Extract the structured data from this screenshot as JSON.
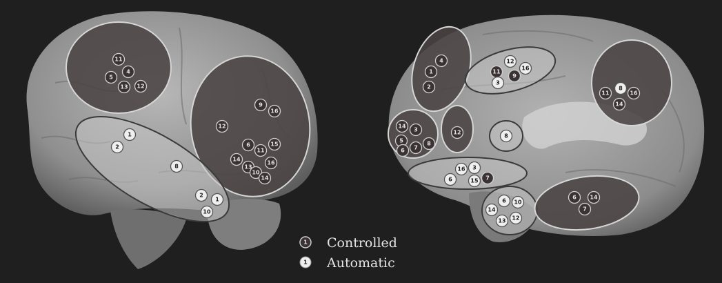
{
  "legend": {
    "controlled": "Controlled",
    "automatic": "Automatic"
  },
  "colors": {
    "background": "#1f1f1f",
    "brain": "#9d9d9d",
    "region_dark": "#4a4343",
    "region_light": "#c7c7c7",
    "marker_controlled": "#3b3333",
    "marker_automatic": "#efefef"
  },
  "regions": [
    {
      "id": "lateral-dorsal-frontal",
      "shade": "dark",
      "markers": [
        {
          "n": "11",
          "k": "controlled"
        },
        {
          "n": "5",
          "k": "controlled"
        },
        {
          "n": "4",
          "k": "controlled"
        },
        {
          "n": "13",
          "k": "controlled"
        },
        {
          "n": "12",
          "k": "controlled"
        }
      ]
    },
    {
      "id": "lateral-parietal",
      "shade": "dark",
      "markers": [
        {
          "n": "9",
          "k": "controlled"
        },
        {
          "n": "16",
          "k": "controlled"
        },
        {
          "n": "12",
          "k": "controlled"
        },
        {
          "n": "6",
          "k": "controlled"
        },
        {
          "n": "15",
          "k": "controlled"
        },
        {
          "n": "11",
          "k": "controlled"
        },
        {
          "n": "14",
          "k": "controlled"
        },
        {
          "n": "16",
          "k": "controlled"
        },
        {
          "n": "13",
          "k": "controlled"
        },
        {
          "n": "10",
          "k": "controlled"
        },
        {
          "n": "14",
          "k": "controlled"
        }
      ]
    },
    {
      "id": "lateral-temporal",
      "shade": "light",
      "markers": [
        {
          "n": "1",
          "k": "automatic"
        },
        {
          "n": "2",
          "k": "automatic"
        },
        {
          "n": "8",
          "k": "automatic"
        },
        {
          "n": "2",
          "k": "automatic"
        },
        {
          "n": "1",
          "k": "automatic"
        },
        {
          "n": "10",
          "k": "automatic"
        }
      ]
    },
    {
      "id": "medial-upper-frontal",
      "shade": "dark",
      "markers": [
        {
          "n": "4",
          "k": "controlled"
        },
        {
          "n": "1",
          "k": "controlled"
        },
        {
          "n": "2",
          "k": "controlled"
        }
      ]
    },
    {
      "id": "medial-cingulate",
      "shade": "light",
      "markers": [
        {
          "n": "12",
          "k": "automatic"
        },
        {
          "n": "16",
          "k": "automatic"
        },
        {
          "n": "11",
          "k": "controlled"
        },
        {
          "n": "9",
          "k": "controlled"
        },
        {
          "n": "3",
          "k": "automatic"
        }
      ]
    },
    {
      "id": "medial-precuneus",
      "shade": "dark",
      "markers": [
        {
          "n": "8",
          "k": "automatic"
        },
        {
          "n": "11",
          "k": "controlled"
        },
        {
          "n": "16",
          "k": "controlled"
        },
        {
          "n": "14",
          "k": "controlled"
        }
      ]
    },
    {
      "id": "medial-frontal-pole",
      "shade": "dark",
      "markers": [
        {
          "n": "14",
          "k": "controlled"
        },
        {
          "n": "3",
          "k": "controlled"
        },
        {
          "n": "5",
          "k": "controlled"
        },
        {
          "n": "6",
          "k": "controlled"
        },
        {
          "n": "7",
          "k": "controlled"
        },
        {
          "n": "8",
          "k": "controlled"
        }
      ]
    },
    {
      "id": "medial-acc",
      "shade": "dark",
      "markers": [
        {
          "n": "12",
          "k": "controlled"
        }
      ]
    },
    {
      "id": "medial-septal",
      "shade": "light",
      "markers": [
        {
          "n": "8",
          "k": "automatic"
        }
      ]
    },
    {
      "id": "medial-orbitofrontal",
      "shade": "light",
      "markers": [
        {
          "n": "16",
          "k": "automatic"
        },
        {
          "n": "3",
          "k": "automatic"
        },
        {
          "n": "6",
          "k": "automatic"
        },
        {
          "n": "15",
          "k": "automatic"
        },
        {
          "n": "7",
          "k": "controlled"
        }
      ]
    },
    {
      "id": "medial-temporal",
      "shade": "light",
      "markers": [
        {
          "n": "6",
          "k": "automatic"
        },
        {
          "n": "14",
          "k": "automatic"
        },
        {
          "n": "10",
          "k": "automatic"
        },
        {
          "n": "13",
          "k": "automatic"
        },
        {
          "n": "12",
          "k": "automatic"
        }
      ]
    },
    {
      "id": "medial-occipitotemporal",
      "shade": "dark",
      "markers": [
        {
          "n": "6",
          "k": "controlled"
        },
        {
          "n": "14",
          "k": "controlled"
        },
        {
          "n": "7",
          "k": "controlled"
        }
      ]
    }
  ]
}
